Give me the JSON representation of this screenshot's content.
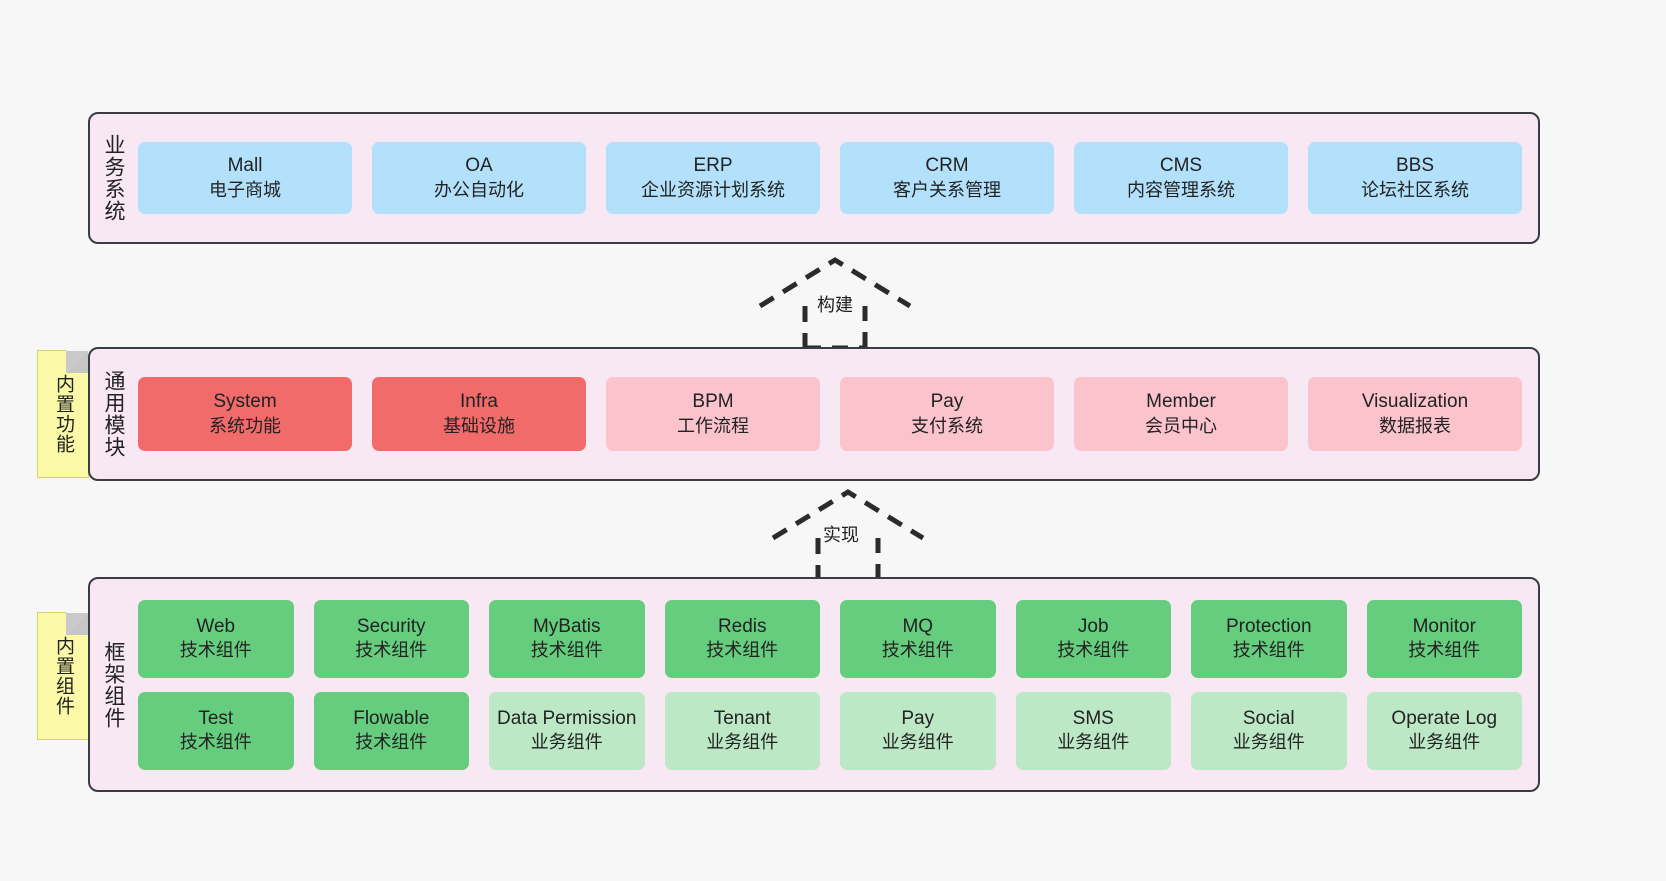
{
  "diagram": {
    "background_color": "#f7f7f7",
    "band_fill": "#f8e8f3",
    "band_border": "#3b3b46",
    "note_fill": "#fbf8a8"
  },
  "layers": [
    {
      "id": "business",
      "title": "业务系统",
      "accent": "#b3e1fb",
      "rows": [
        {
          "cells": [
            {
              "name": "Mall",
              "sub": "电子商城",
              "style": "c-blue"
            },
            {
              "name": "OA",
              "sub": "办公自动化",
              "style": "c-blue"
            },
            {
              "name": "ERP",
              "sub": "企业资源计划系统",
              "style": "c-blue"
            },
            {
              "name": "CRM",
              "sub": "客户关系管理",
              "style": "c-blue"
            },
            {
              "name": "CMS",
              "sub": "内容管理系统",
              "style": "c-blue"
            },
            {
              "name": "BBS",
              "sub": "论坛社区系统",
              "style": "c-blue"
            }
          ]
        }
      ]
    },
    {
      "id": "common",
      "title": "通用模块",
      "note": "内置功能",
      "accent": "#f26b6b",
      "rows": [
        {
          "cells": [
            {
              "name": "System",
              "sub": "系统功能",
              "style": "c-red"
            },
            {
              "name": "Infra",
              "sub": "基础设施",
              "style": "c-red"
            },
            {
              "name": "BPM",
              "sub": "工作流程",
              "style": "c-pink"
            },
            {
              "name": "Pay",
              "sub": "支付系统",
              "style": "c-pink"
            },
            {
              "name": "Member",
              "sub": "会员中心",
              "style": "c-pink"
            },
            {
              "name": "Visualization",
              "sub": "数据报表",
              "style": "c-pink"
            }
          ]
        }
      ]
    },
    {
      "id": "framework",
      "title": "框架组件",
      "note": "内置组件",
      "accent": "#66cd7e",
      "rows": [
        {
          "cells": [
            {
              "name": "Web",
              "sub": "技术组件",
              "style": "c-green"
            },
            {
              "name": "Security",
              "sub": "技术组件",
              "style": "c-green"
            },
            {
              "name": "MyBatis",
              "sub": "技术组件",
              "style": "c-green"
            },
            {
              "name": "Redis",
              "sub": "技术组件",
              "style": "c-green"
            },
            {
              "name": "MQ",
              "sub": "技术组件",
              "style": "c-green"
            },
            {
              "name": "Job",
              "sub": "技术组件",
              "style": "c-green"
            },
            {
              "name": "Protection",
              "sub": "技术组件",
              "style": "c-green"
            },
            {
              "name": "Monitor",
              "sub": "技术组件",
              "style": "c-green"
            }
          ]
        },
        {
          "cells": [
            {
              "name": "Test",
              "sub": "技术组件",
              "style": "c-green"
            },
            {
              "name": "Flowable",
              "sub": "技术组件",
              "style": "c-green"
            },
            {
              "name": "Data Permission",
              "sub": "业务组件",
              "style": "c-greenlight"
            },
            {
              "name": "Tenant",
              "sub": "业务组件",
              "style": "c-greenlight"
            },
            {
              "name": "Pay",
              "sub": "业务组件",
              "style": "c-greenlight"
            },
            {
              "name": "SMS",
              "sub": "业务组件",
              "style": "c-greenlight"
            },
            {
              "name": "Social",
              "sub": "业务组件",
              "style": "c-greenlight"
            },
            {
              "name": "Operate Log",
              "sub": "业务组件",
              "style": "c-greenlight"
            }
          ]
        }
      ]
    }
  ],
  "connectors": [
    {
      "id": "build",
      "label": "构建",
      "from": "common",
      "to": "business"
    },
    {
      "id": "realize",
      "label": "实现",
      "from": "framework",
      "to": "common"
    }
  ]
}
